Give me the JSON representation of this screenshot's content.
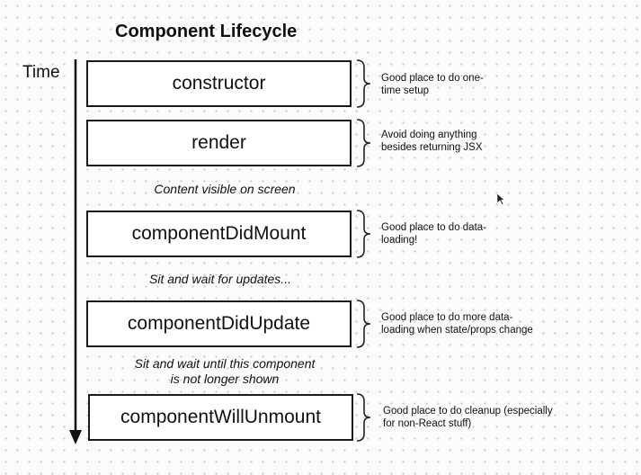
{
  "title": "Component Lifecycle",
  "time_label": "Time",
  "stages": [
    {
      "method": "constructor",
      "note_lines": [
        "Good place to do one-",
        "time setup"
      ]
    },
    {
      "method": "render",
      "note_lines": [
        "Avoid doing anything",
        "besides returning JSX"
      ]
    },
    {
      "method": "componentDidMount",
      "note_lines": [
        "Good place to do data-",
        "loading!"
      ]
    },
    {
      "method": "componentDidUpdate",
      "note_lines": [
        "Good place to do more data-",
        "loading when state/props change"
      ]
    },
    {
      "method": "componentWillUnmount",
      "note_lines": [
        "Good place to do cleanup (especially",
        "for non-React stuff)"
      ]
    }
  ],
  "status_texts": [
    {
      "lines": [
        "Content visible on screen"
      ]
    },
    {
      "lines": [
        "Sit and wait for updates..."
      ]
    },
    {
      "lines": [
        "Sit and wait until this component",
        "is not longer shown"
      ]
    }
  ]
}
